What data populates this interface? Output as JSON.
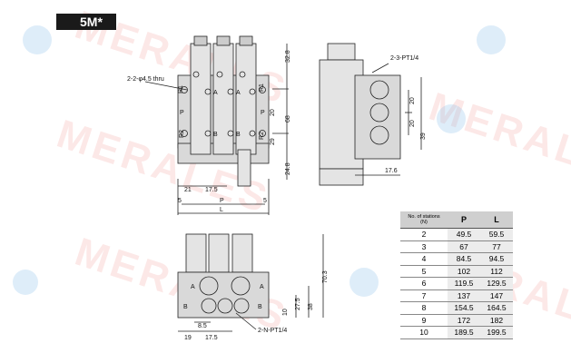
{
  "series_title": "5M*",
  "watermark": "MERALES",
  "front_view": {
    "hole_note": "2-2-φ4.5 thru",
    "port_left_top": "R1",
    "port_left_mid": "P",
    "port_left_bot": "R2",
    "port_right_top": "R1",
    "port_right_mid": "P",
    "port_right_bot": "R2",
    "port_a": "A",
    "port_b": "B",
    "dim_height_top": "32.8",
    "dim_20": "20",
    "dim_68": "68",
    "dim_29": "29",
    "dim_24_8": "24.8",
    "dim_21": "21",
    "dim_17_5": "17.5",
    "dim_5_left": "5",
    "dim_5_right": "5",
    "dim_p": "P",
    "dim_l": "L"
  },
  "side_view": {
    "port_note": "2-3-PT1/4",
    "dim_20_top": "20",
    "dim_20_bot": "20",
    "dim_39": "39",
    "dim_17_6": "17.6"
  },
  "bottom_view": {
    "port_a": "A",
    "port_b": "B",
    "port_note": "2-N-PT1/4",
    "dim_70_3": "70.3",
    "dim_38": "38",
    "dim_27_5": "27.5",
    "dim_10": "10",
    "dim_8_5": "8.5",
    "dim_19": "19",
    "dim_17_5": "17.5"
  },
  "table": {
    "header_stations": "No. of stations (N)",
    "header_p": "P",
    "header_l": "L",
    "rows": [
      {
        "n": "2",
        "p": "49.5",
        "l": "59.5"
      },
      {
        "n": "3",
        "p": "67",
        "l": "77"
      },
      {
        "n": "4",
        "p": "84.5",
        "l": "94.5"
      },
      {
        "n": "5",
        "p": "102",
        "l": "112"
      },
      {
        "n": "6",
        "p": "119.5",
        "l": "129.5"
      },
      {
        "n": "7",
        "p": "137",
        "l": "147"
      },
      {
        "n": "8",
        "p": "154.5",
        "l": "164.5"
      },
      {
        "n": "9",
        "p": "172",
        "l": "182"
      },
      {
        "n": "10",
        "p": "189.5",
        "l": "199.5"
      }
    ]
  }
}
